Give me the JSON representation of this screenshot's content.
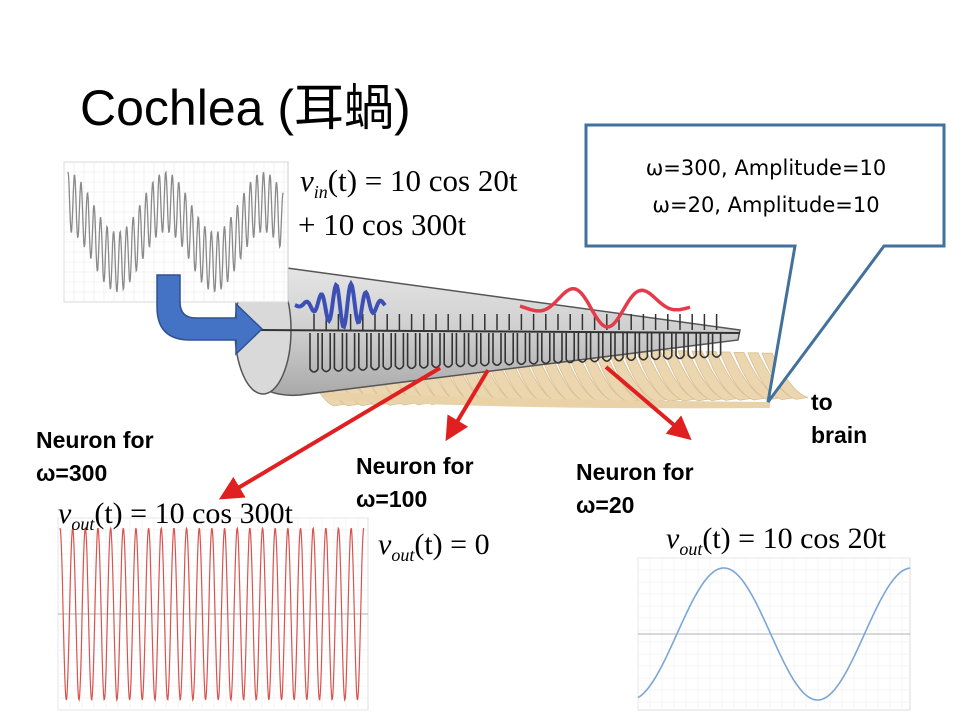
{
  "slide": {
    "title": "Cochlea (耳蝸)",
    "callout": {
      "line1": "ω=300, Amplitude=10",
      "line2": "ω=20, Amplitude=10"
    },
    "input_equation": {
      "line1_var": "v",
      "line1_sub": "in",
      "line1_rest": "(t) = 10 cos 20t",
      "line2": "+ 10 cos 300t"
    },
    "to_brain": {
      "line1": "to",
      "line2": "brain"
    },
    "neurons": [
      {
        "line1": "Neuron for",
        "line2": "ω=300",
        "eq_var": "v",
        "eq_sub": "out",
        "eq_rest": "(t) = 10 cos 300t"
      },
      {
        "line1": "Neuron for",
        "line2": "ω=100",
        "eq_var": "v",
        "eq_sub": "out",
        "eq_rest": "(t) = 0"
      },
      {
        "line1": "Neuron for",
        "line2": "ω=20",
        "eq_var": "v",
        "eq_sub": "out",
        "eq_rest": "(t) = 10 cos 20t"
      }
    ],
    "colors": {
      "callout_border": "#41719c",
      "arrow_blue": "#4472c4",
      "red": "#e02020",
      "wave_blue": "#3b4fb5",
      "wave_red": "#e53a4a",
      "plot_red": "#d9534f",
      "plot_blue": "#7aa6d6",
      "cone_gray": "#c8c8c8",
      "membrane_tan": "#ecd6b0"
    }
  }
}
